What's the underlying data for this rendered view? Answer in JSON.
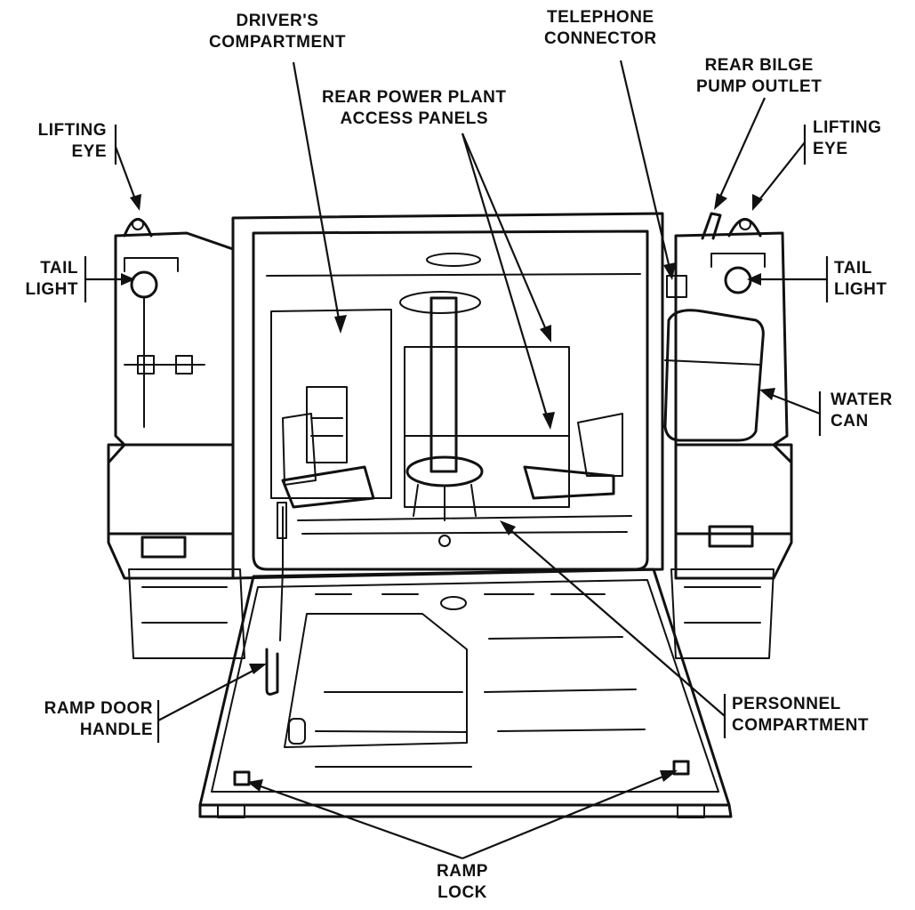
{
  "labels": {
    "drivers_compartment": [
      "DRIVER'S",
      "COMPARTMENT"
    ],
    "telephone_connector": [
      "TELEPHONE",
      "CONNECTOR"
    ],
    "rear_bilge_pump_outlet": [
      "REAR BILGE",
      "PUMP OUTLET"
    ],
    "rear_power_plant_access_panels": [
      "REAR POWER PLANT",
      "ACCESS PANELS"
    ],
    "lifting_eye_left": [
      "LIFTING",
      "EYE"
    ],
    "lifting_eye_right": [
      "LIFTING",
      "EYE"
    ],
    "tail_light_left": [
      "TAIL",
      "LIGHT"
    ],
    "tail_light_right": [
      "TAIL",
      "LIGHT"
    ],
    "water_can": [
      "WATER",
      "CAN"
    ],
    "ramp_door_handle": [
      "RAMP DOOR",
      "HANDLE"
    ],
    "personnel_compartment": [
      "PERSONNEL",
      "COMPARTMENT"
    ],
    "ramp_lock": [
      "RAMP",
      "LOCK"
    ]
  },
  "colors": {
    "ink": "#111111",
    "paper": "#ffffff"
  }
}
